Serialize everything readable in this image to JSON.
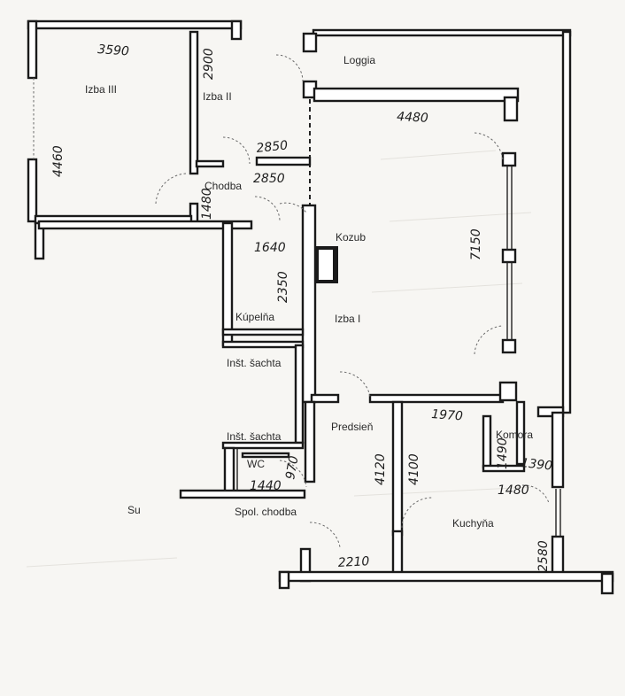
{
  "plan": {
    "rooms": {
      "loggia": "Loggia",
      "izba_iii": "Izba III",
      "izba_ii": "Izba II",
      "chodba": "Chodba",
      "kozub": "Kozub",
      "kupelna": "Kúpelňa",
      "izba_i": "Izba I",
      "inst_sachta_1": "Inšt. šachta",
      "inst_sachta_2": "Inšt. šachta",
      "predsien": "Predsieň",
      "komora": "Komora",
      "wc": "WC",
      "su": "Su",
      "spol_chodba": "Spol. chodba",
      "kuchyna": "Kuchyňa"
    },
    "dimensions": {
      "izba_iii_width": "3590",
      "izba_iii_depth": "4460",
      "izba_ii_width": "2900",
      "chodba_upper": "2850",
      "chodba_lower": "2850",
      "chodba_depth": "1480",
      "izba_i_width": "4480",
      "izba_i_depth": "7150",
      "kupelna_width": "1640",
      "kupelna_depth": "2350",
      "predsien_left": "4120",
      "predsien_right": "4100",
      "kuchyna_width": "1970",
      "komora_depth": "1490",
      "komora_right": "1390",
      "komora_width": "1480",
      "wc_width": "1440",
      "wc_depth": "970",
      "predsien_width": "2210",
      "kuchyna_depth": "2580"
    }
  }
}
